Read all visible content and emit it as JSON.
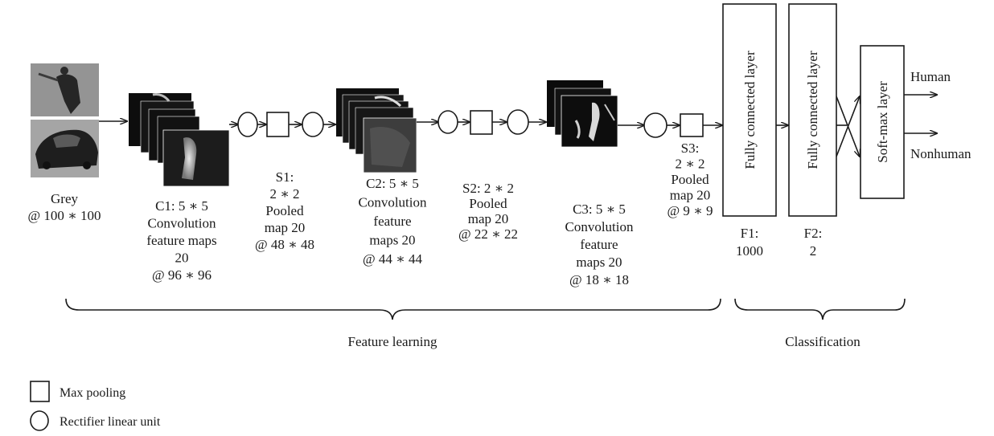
{
  "input": {
    "label_lines": [
      "Grey",
      "@ 100 ∗ 100"
    ]
  },
  "c1": {
    "label_lines": [
      "C1: 5 ∗ 5",
      "Convolution",
      "feature maps",
      "20",
      "@ 96 ∗ 96"
    ]
  },
  "s1": {
    "label_lines": [
      "S1:",
      "2 ∗ 2",
      "Pooled",
      "map 20",
      "@ 48 ∗ 48"
    ]
  },
  "c2": {
    "label_lines": [
      "C2: 5 ∗ 5",
      "Convolution",
      "feature",
      "maps 20",
      "@ 44 ∗ 44"
    ]
  },
  "s2": {
    "label_lines": [
      "S2: 2 ∗ 2",
      "Pooled",
      "map 20",
      "@ 22 ∗ 22"
    ]
  },
  "c3": {
    "label_lines": [
      "C3: 5 ∗ 5",
      "Convolution",
      "feature",
      "maps 20",
      "@ 18 ∗ 18"
    ]
  },
  "s3": {
    "label_lines": [
      "S3:",
      "2 ∗ 2",
      "Pooled",
      "map 20",
      "@ 9 ∗ 9"
    ]
  },
  "f1": {
    "box_label": "Fully connected layer",
    "label_lines": [
      "F1:",
      "1000"
    ]
  },
  "f2": {
    "box_label": "Fully connected layer",
    "label_lines": [
      "F2:",
      "2"
    ]
  },
  "softmax": {
    "box_label": "Soft-max layer"
  },
  "outputs": {
    "human": "Human",
    "nonhuman": "Nonhuman"
  },
  "groups": {
    "feature_learning": "Feature learning",
    "classification": "Classification"
  },
  "legend": {
    "max_pooling": "Max pooling",
    "relu": "Rectifier linear unit"
  },
  "colors": {
    "ink": "#1a1a1a",
    "map_dark": "#0d0d0d",
    "photo_grey": "#8a8a8a"
  }
}
